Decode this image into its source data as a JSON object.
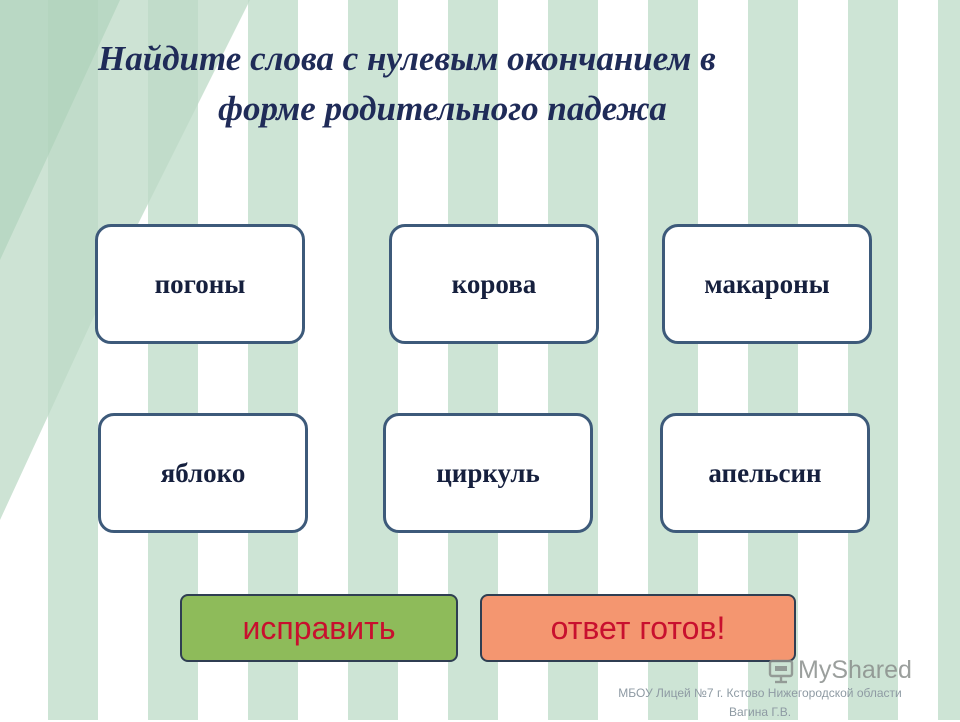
{
  "colors": {
    "background": "#ffffff",
    "stripe": "#cde4d5",
    "title": "#1f2b58",
    "card_border": "#3d5a7a",
    "card_text": "#16203e",
    "fix_button": "#8ebb5a",
    "ready_button": "#f49670",
    "button_text": "#c8102e"
  },
  "title": {
    "line1": "Найдите слова с нулевым окончанием в",
    "line2": "форме родительного падежа"
  },
  "cards": [
    {
      "label": "погоны"
    },
    {
      "label": "корова"
    },
    {
      "label": "макароны"
    },
    {
      "label": "яблоко"
    },
    {
      "label": "циркуль"
    },
    {
      "label": "апельсин"
    }
  ],
  "buttons": {
    "fix_label": "исправить",
    "ready_label": "ответ готов!"
  },
  "watermark": {
    "text": "MyShared",
    "icon": "presentation-board-icon"
  },
  "footer": {
    "line1": "МБОУ Лицей №7 г. Кстово Нижегородской области",
    "line2": "Вагина Г.В."
  }
}
